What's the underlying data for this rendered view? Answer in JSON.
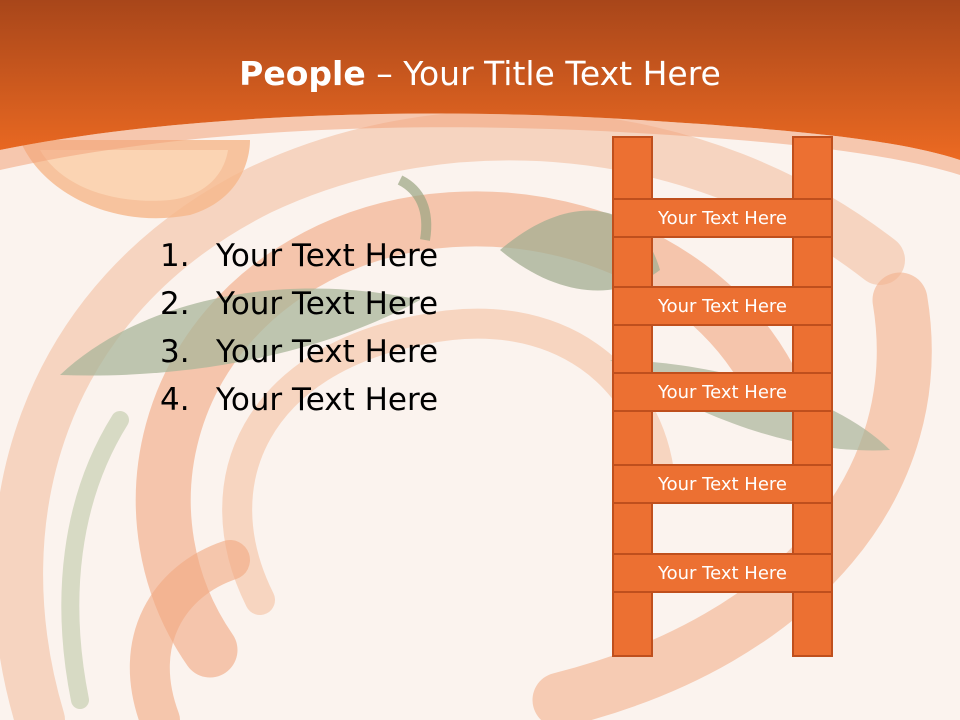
{
  "slide": {
    "title_bold": "People",
    "title_rest": " – Your Title Text Here",
    "list_items": [
      {
        "number": "1.",
        "text": "Your Text Here"
      },
      {
        "number": "2.",
        "text": "Your Text Here"
      },
      {
        "number": "3.",
        "text": "Your Text Here"
      },
      {
        "number": "4.",
        "text": "Your Text Here"
      }
    ],
    "ladder_rungs": [
      "Your Text Here",
      "Your Text Here",
      "Your Text Here",
      "Your Text Here",
      "Your Text Here"
    ]
  },
  "colors": {
    "header_orange": "#e8661e",
    "ladder_fill": "#ec7032",
    "ladder_border": "#bf4f1d",
    "background": "#fbf3ee"
  }
}
